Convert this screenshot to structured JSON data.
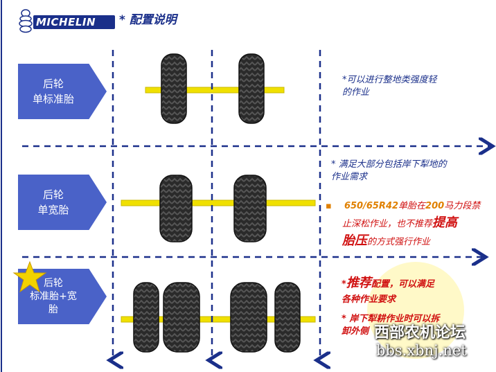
{
  "header": {
    "logo_text": "MICHELIN",
    "title": "* 配置说明"
  },
  "rows": [
    {
      "label": "后轮\n单标准胎"
    },
    {
      "label": "后轮\n单宽胎"
    },
    {
      "label": "后轮\n标准胎+宽\n胎"
    }
  ],
  "notes": {
    "row1": "*可以进行整地类强度轻\n的作业",
    "row2_a": "* 满足大部分包括岸下犁地的\n作业需求",
    "row2_b_bullet": "▪",
    "row2_b_1": "650/65R42",
    "row2_b_2": "单胎在",
    "row2_b_3": "200",
    "row2_b_4": "马力段禁",
    "row2_b_5": "止深松作业，也不推荐",
    "row2_b_6": "提高",
    "row2_b_7": "胎压",
    "row2_b_8": "的方式强行作业",
    "row3_a_1": "*",
    "row3_a_2": "推荐",
    "row3_a_3": "配置，可以满足",
    "row3_a_4": "各种作业要求",
    "row3_b": "* 岸下犁耕作业时可以拆\n卸外侧"
  },
  "watermark": {
    "line1": "西部农机论坛",
    "line2": "bbs.xbnj.net"
  },
  "colors": {
    "brand": "#1a2f8a",
    "chevron": "#4a62c8",
    "axle": "#f0e000",
    "dash": "#1a2f8a",
    "red": "#d01010",
    "star": "#f2d200"
  }
}
